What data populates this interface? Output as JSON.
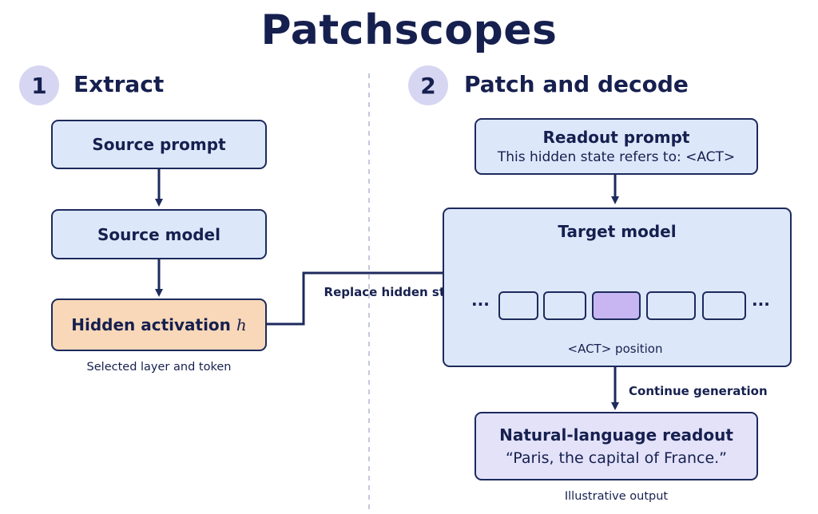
{
  "title": "Patchscopes",
  "steps": [
    {
      "number": "1",
      "label": "Extract"
    },
    {
      "number": "2",
      "label": "Patch and decode"
    }
  ],
  "extract": {
    "source_prompt": "Source prompt",
    "source_model": "Source model",
    "hidden_activation": "Hidden activation",
    "hidden_symbol": "h",
    "caption": "Selected layer and token"
  },
  "decode": {
    "readout_prompt_title": "Readout prompt",
    "readout_prompt_text": "This hidden state refers to: <ACT>",
    "target_model": "Target model",
    "act_position": "<ACT> position",
    "ellipsis": "···",
    "continue_label": "Continue generation",
    "readout_title": "Natural-language readout",
    "readout_text": "“Paris, the capital of France.”",
    "readout_caption": "Illustrative output"
  },
  "replace_label": "Replace hidden state",
  "colors": {
    "ink": "#16204f",
    "box_fill": "#dce8fa",
    "hidden_fill": "#f8d8b9",
    "readout_fill": "#e3e2f9",
    "act_token_fill": "#c7b6f1",
    "step_circle": "#d6d6f2"
  }
}
